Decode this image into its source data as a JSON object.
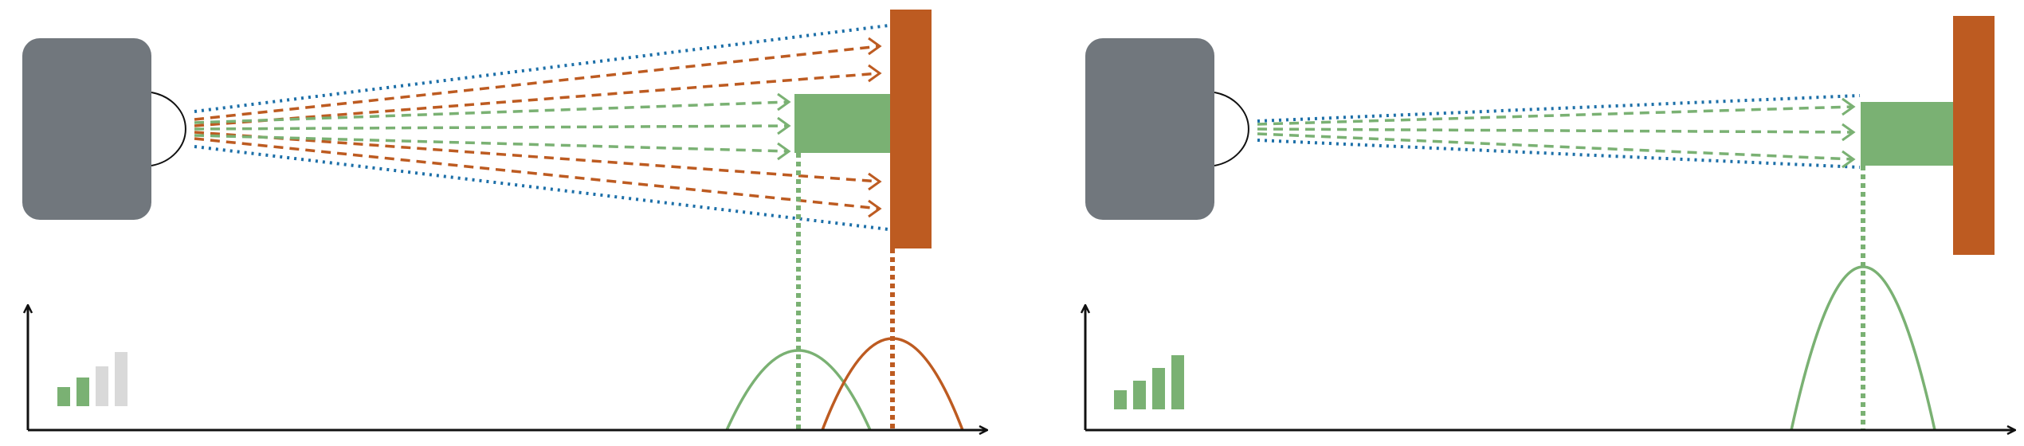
{
  "colors": {
    "sensor": "#71777d",
    "wall": "#bd5b21",
    "target": "#7ab173",
    "beam_edge": "#1c6fa8",
    "signal_inactive": "#d9d9d9",
    "axis": "#111111",
    "lens_stroke": "#111111"
  },
  "icons": [
    "sensor-icon",
    "lens-icon",
    "signal-strength-icon"
  ],
  "panels": [
    {
      "id": "wide-beam",
      "signal_bars_active": 2,
      "signal_bars_total": 4,
      "returns": [
        "target",
        "wall"
      ]
    },
    {
      "id": "narrow-beam",
      "signal_bars_active": 4,
      "signal_bars_total": 4,
      "returns": [
        "target"
      ]
    }
  ]
}
